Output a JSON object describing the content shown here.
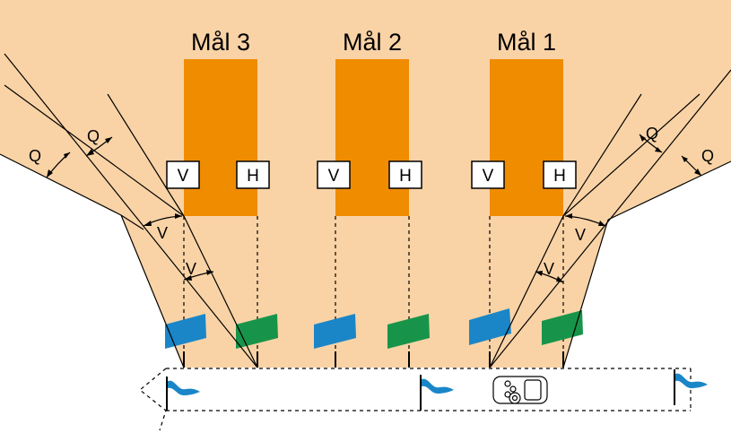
{
  "colors": {
    "background_zone": "#f9d3a6",
    "target_fill": "#f08c00",
    "flag_left": "#1a86c8",
    "flag_right": "#18944a",
    "line": "#000000"
  },
  "targets": [
    {
      "title": "Mål 3",
      "left_box": "V",
      "right_box": "H"
    },
    {
      "title": "Mål 2",
      "left_box": "V",
      "right_box": "H"
    },
    {
      "title": "Mål 1",
      "left_box": "V",
      "right_box": "H"
    }
  ],
  "angle_labels": {
    "q_left_outer": "Q",
    "q_left_inner": "Q",
    "v_left_upper": "V",
    "v_left_lower": "V",
    "q_right_inner": "Q",
    "q_right_outer": "Q",
    "v_right_upper": "V",
    "v_right_lower": "V"
  },
  "icons": {
    "start_flag": "wave-flag-icon",
    "middle_flag": "wave-flag-icon",
    "end_flag": "wave-flag-icon",
    "vehicle": "car-top-view-icon"
  }
}
